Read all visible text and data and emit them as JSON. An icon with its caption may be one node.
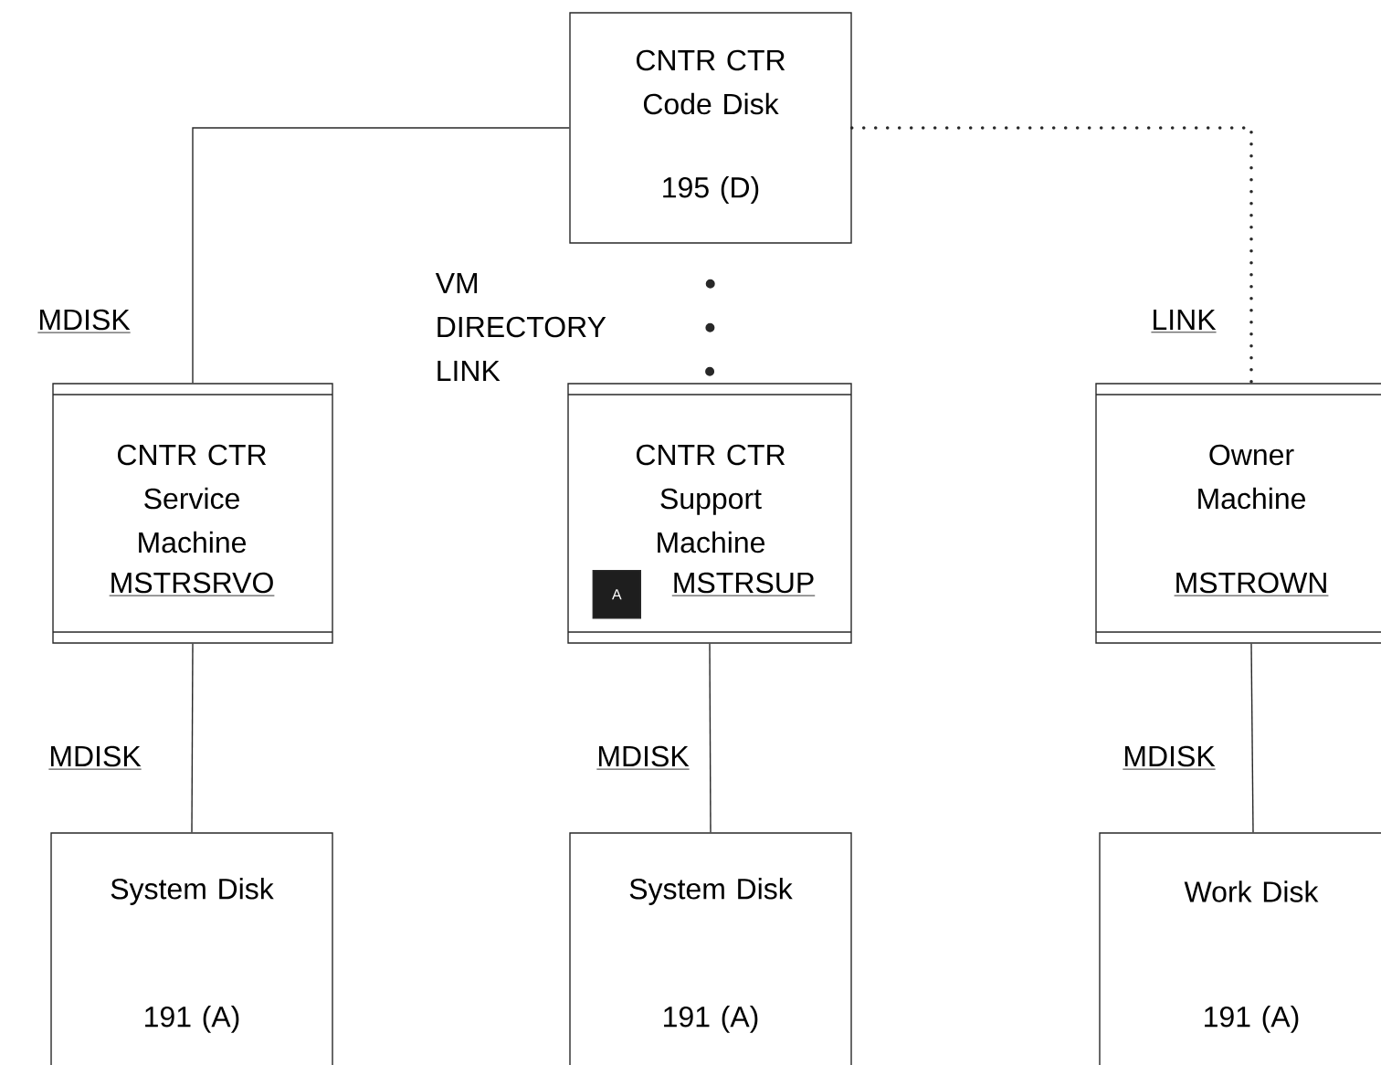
{
  "diagram": {
    "nodes": [
      {
        "text": [
          "CNTR CTR Code Disk",
          "195 (D)"
        ]
      },
      {
        "text": [
          "CNTR CTR Service Machine",
          "MSTRSRVO"
        ]
      },
      {
        "text": [
          "CNTR CTR Support Machine",
          "MSTRSUP"
        ]
      },
      {
        "text": [
          "A"
        ],
        "in": 2
      },
      {
        "text": [
          "Owner Machine",
          "MSTROWN"
        ]
      },
      {
        "text": [
          "System Disk",
          "191 (A)"
        ]
      },
      {
        "text": [
          "System Disk",
          "191 (A)"
        ]
      },
      {
        "text": [
          "Work Disk",
          "191 (A)"
        ]
      }
    ],
    "edges": [
      {
        "from": 0,
        "to": 1,
        "arrow": "none",
        "label": "MDISK"
      },
      {
        "from": 0,
        "to": 2,
        "arrow": "none",
        "label": "VM DIRECTORY LINK",
        "style": "dashed"
      },
      {
        "from": 0,
        "to": 4,
        "arrow": "none",
        "label": "LINK",
        "style": "dashed"
      },
      {
        "from": 1,
        "to": 5,
        "arrow": "none",
        "label": "MDISK"
      },
      {
        "from": 2,
        "to": 6,
        "arrow": "none",
        "label": "MDISK"
      },
      {
        "from": 4,
        "to": 7,
        "arrow": "none",
        "label": "MDISK"
      }
    ]
  }
}
